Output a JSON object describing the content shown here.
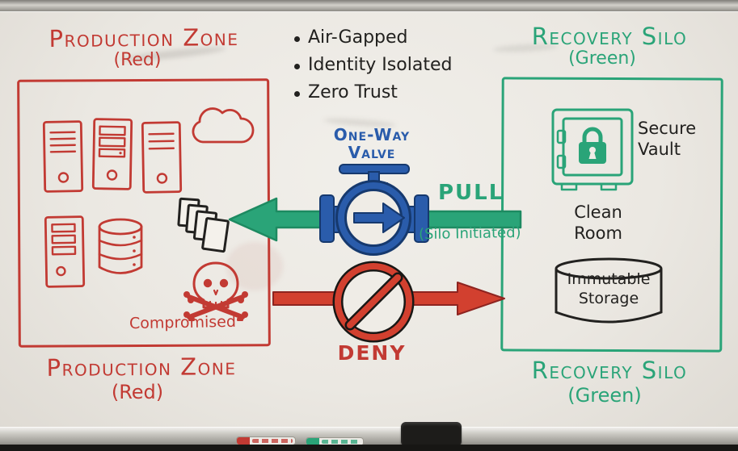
{
  "colors": {
    "red": "#c23a33",
    "red-bright": "#d2402f",
    "green": "#2aa478",
    "green-dark": "#1d8a61",
    "blue": "#2a5cab",
    "blue-dark": "#16396e",
    "ink": "#22211f"
  },
  "zones": {
    "production": {
      "title": "Production Zone",
      "subtitle": "(Red)",
      "compromised": "Compromised"
    },
    "recovery": {
      "title": "Recovery Silo",
      "subtitle": "(Green)",
      "secure_vault": "Secure Vault",
      "clean_room": "Clean Room",
      "immutable_storage": "Immutable Storage"
    }
  },
  "principles": [
    "Air-Gapped",
    "Identity Isolated",
    "Zero Trust"
  ],
  "valve": {
    "line1": "One-Way",
    "line2": "Valve"
  },
  "flows": {
    "pull": {
      "label": "PULL",
      "note": "(Silo Initiated)"
    },
    "deny": {
      "label": "DENY"
    }
  }
}
